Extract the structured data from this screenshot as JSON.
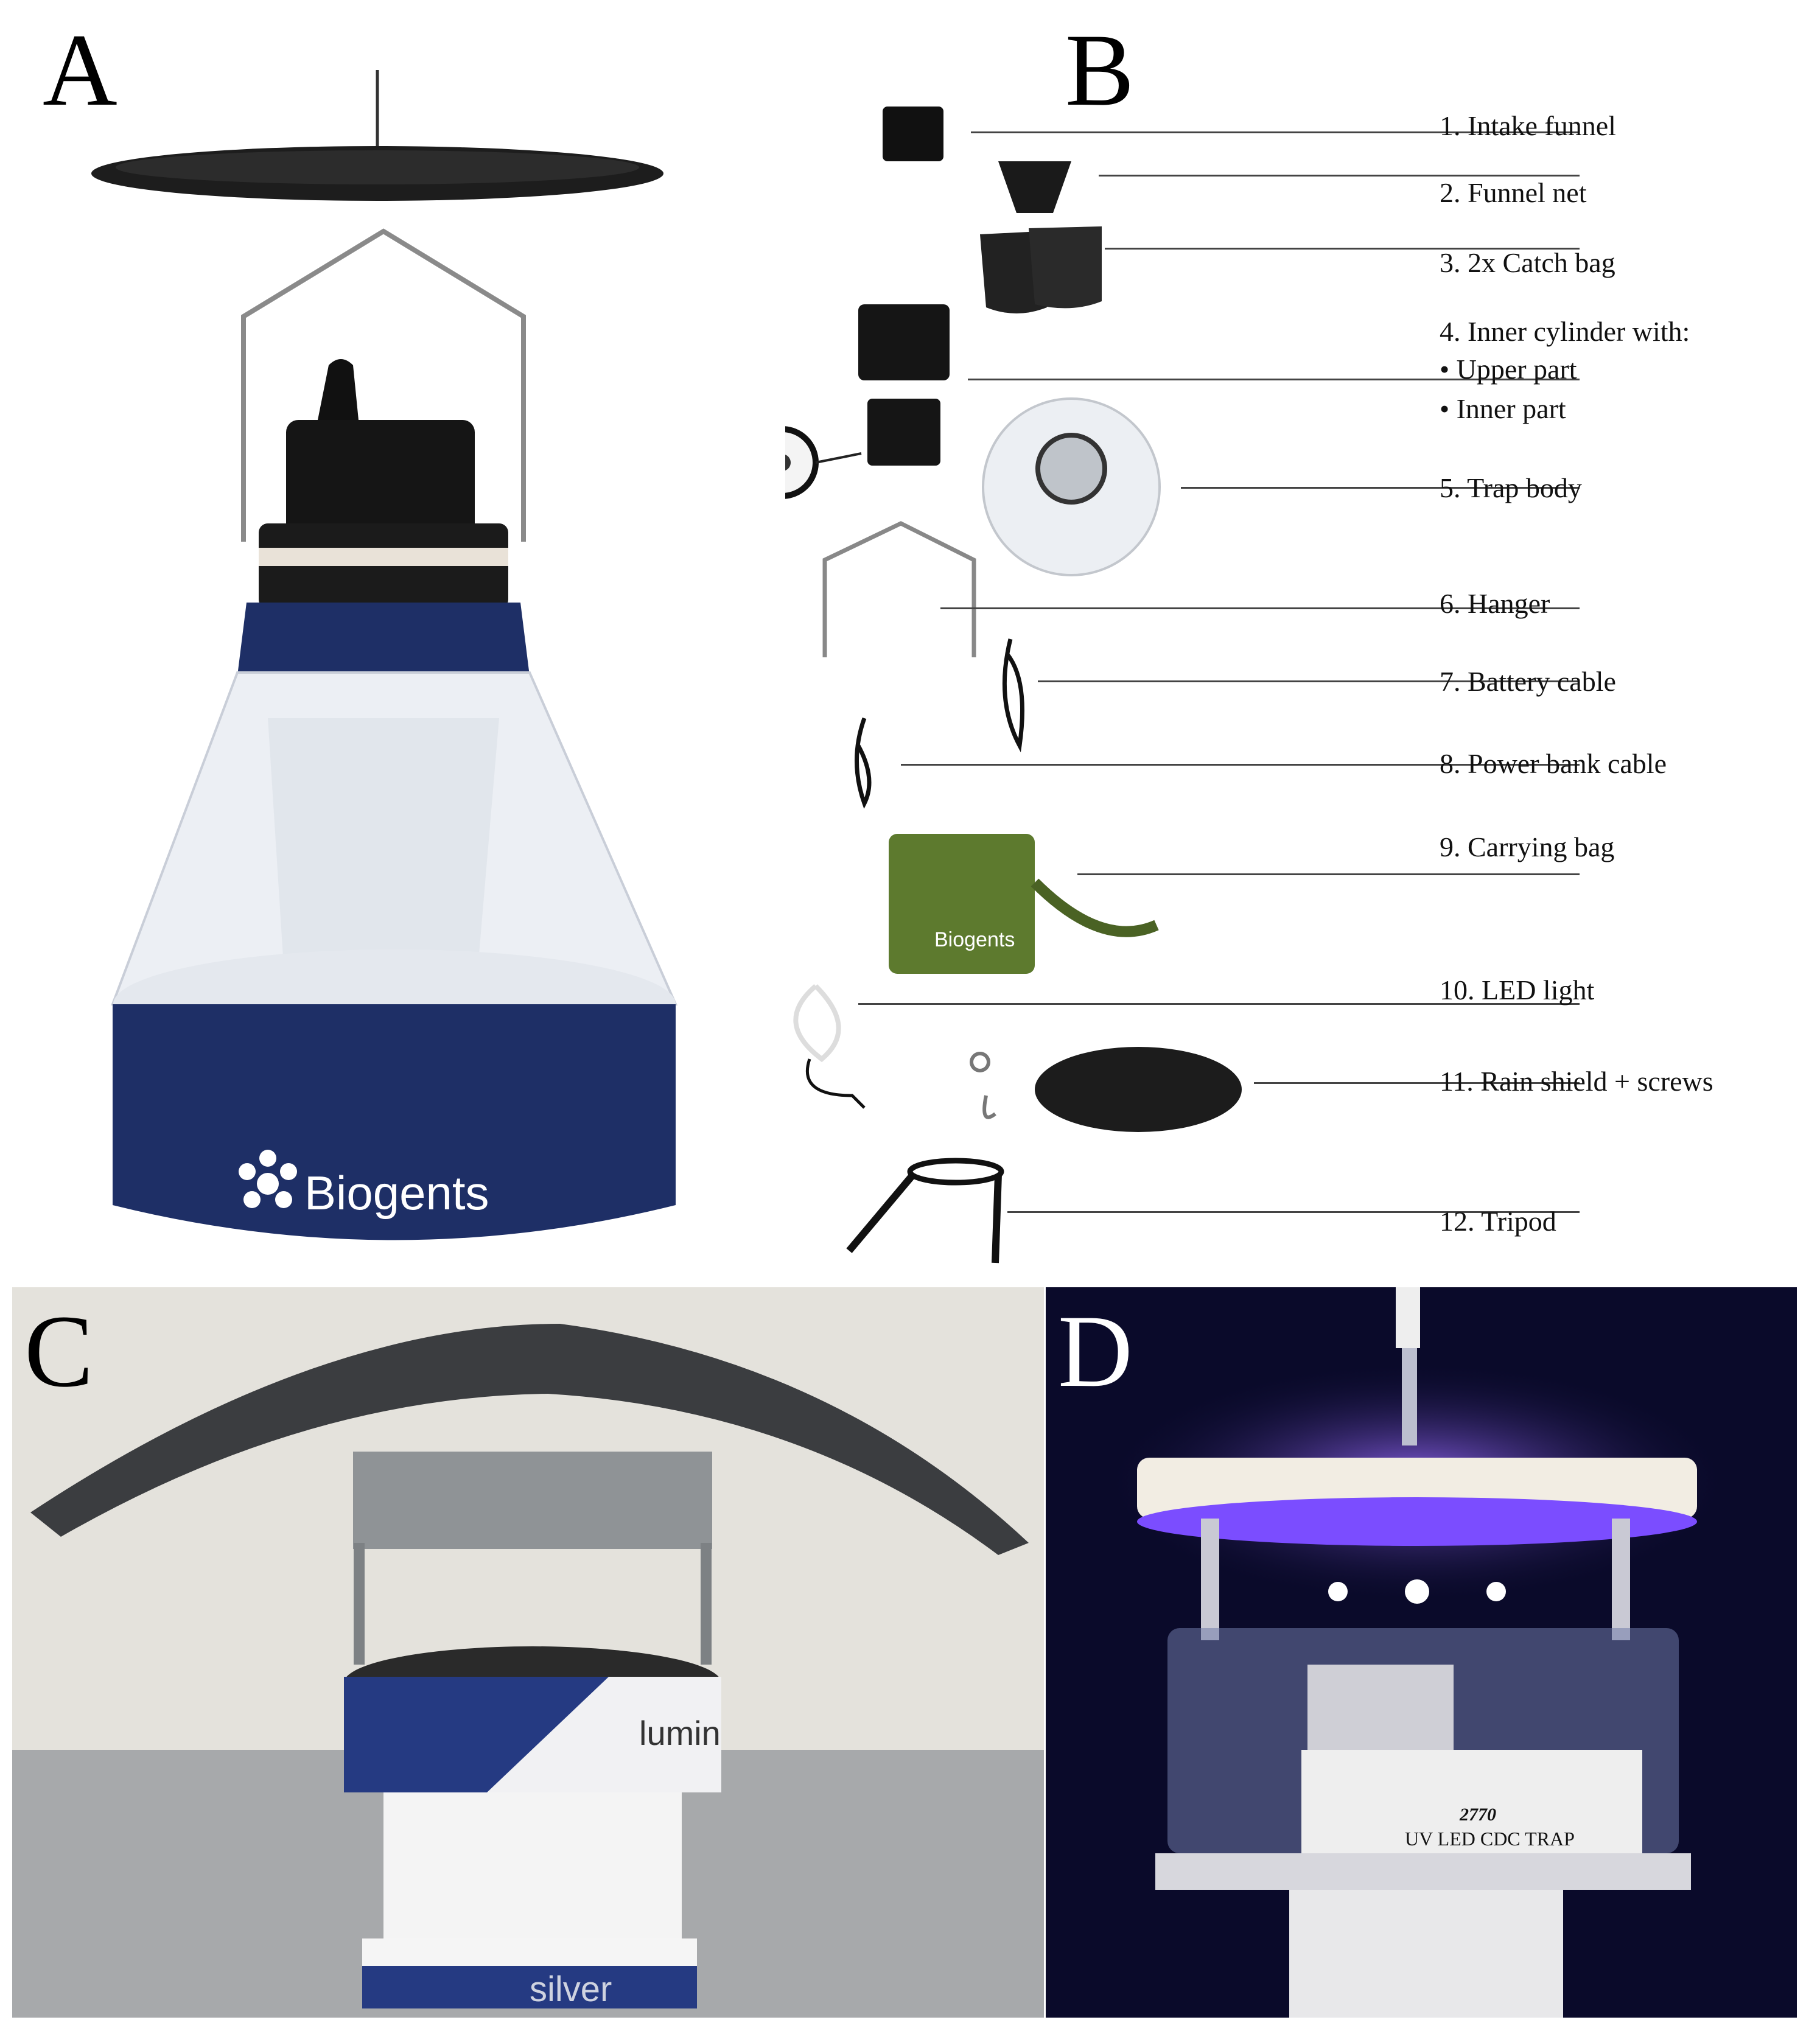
{
  "panels": {
    "a": {
      "letter": "A",
      "brand": "Biogents"
    },
    "b": {
      "letter": "B",
      "labels": [
        "1. Intake funnel",
        "2. Funnel net",
        "3. 2x Catch bag",
        "4. Inner cylinder with:",
        "•   Upper part",
        "•   Inner part",
        "5. Trap body",
        "6. Hanger",
        "7. Battery cable",
        "8. Power bank cable",
        "9. Carrying bag",
        "10. LED light",
        "11. Rain shield + screws",
        "12. Tripod"
      ],
      "bag_brand": "Biogents"
    },
    "c": {
      "letter": "C",
      "band_text_1": "lumin",
      "band_text_2": "silver"
    },
    "d": {
      "letter": "D",
      "plate_number": "2770",
      "plate_title": "UV LED  CDC TRAP"
    }
  },
  "colors": {
    "navy": "#1e2f66",
    "mesh": "#e8ecf2",
    "black_plastic": "#1a1a1a",
    "bag_green": "#5d7a2e",
    "uv_purple": "#7b4dff"
  }
}
